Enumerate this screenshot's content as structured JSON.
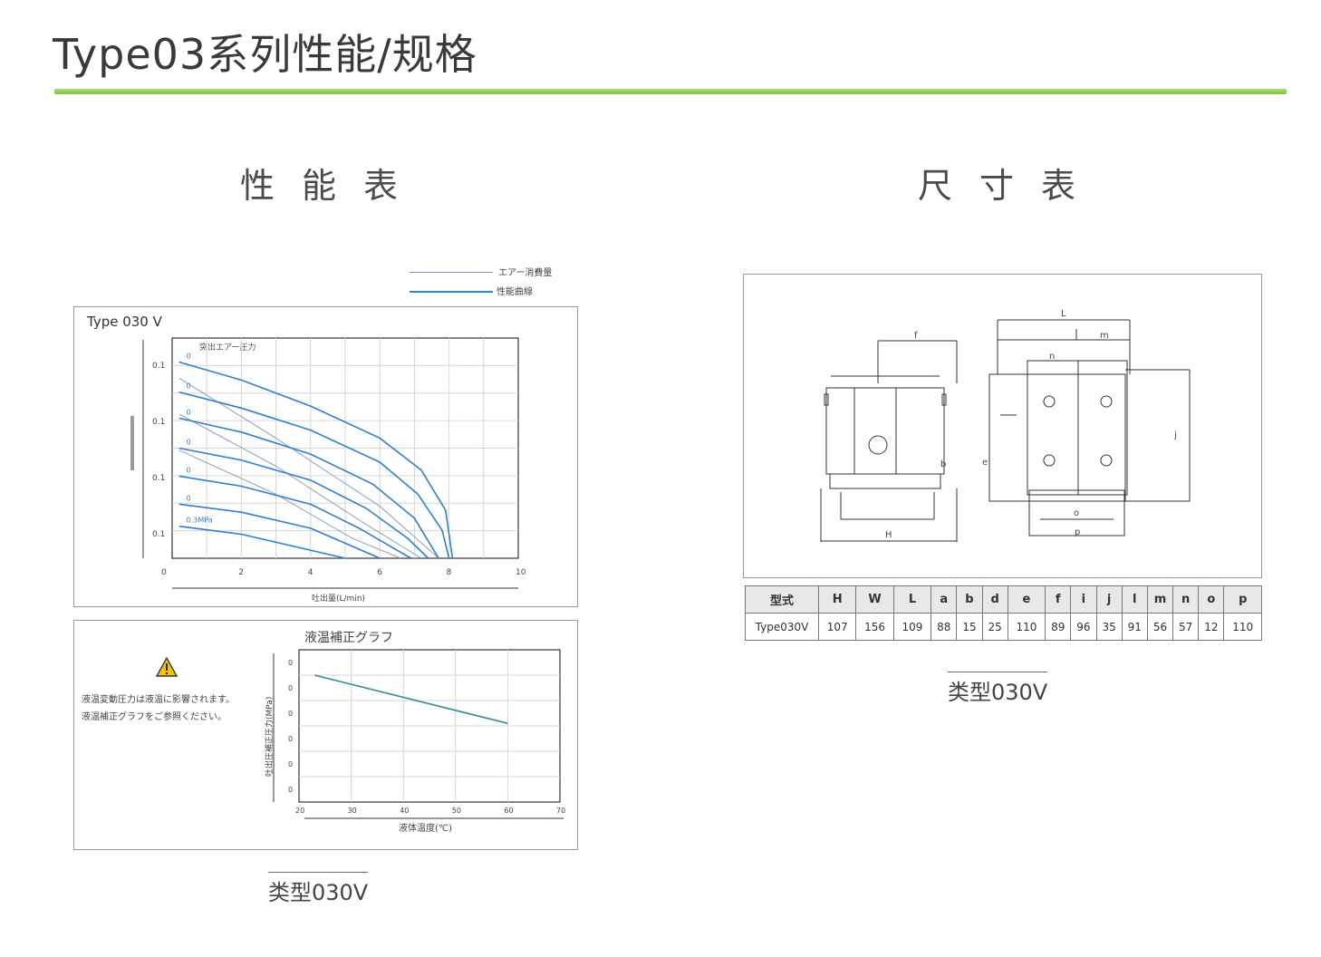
{
  "page": {
    "title": "Type03系列性能/规格"
  },
  "left": {
    "heading": "性能表",
    "legend": [
      {
        "label": "エアー消費量",
        "color": "#7f95b5"
      },
      {
        "label": "性能曲線",
        "color": "#2f8ad8"
      }
    ],
    "chart_data": [
      {
        "type": "line",
        "title": "Type 030 V",
        "corner_label": "突出エアー圧力",
        "xlabel": "吐出量(L/min)",
        "xticks": [
          "0",
          "2",
          "4",
          "6",
          "8",
          "10"
        ],
        "yticks": [
          "0.1",
          "0.1",
          "0.1",
          "0.1"
        ],
        "xlim": [
          0,
          10
        ],
        "grid": true,
        "series": [
          {
            "label": "0",
            "points": [
              [
                0.2,
                4.9
              ],
              [
                2,
                4.45
              ],
              [
                4,
                3.8
              ],
              [
                6,
                3.0
              ],
              [
                7.2,
                2.2
              ],
              [
                7.9,
                1.2
              ],
              [
                8.1,
                0
              ]
            ]
          },
          {
            "label": "0",
            "points": [
              [
                0.2,
                4.15
              ],
              [
                2,
                3.75
              ],
              [
                4,
                3.2
              ],
              [
                6,
                2.4
              ],
              [
                7.1,
                1.6
              ],
              [
                7.8,
                0.7
              ],
              [
                8.0,
                0
              ]
            ]
          },
          {
            "label": "0",
            "points": [
              [
                0.2,
                3.5
              ],
              [
                2,
                3.15
              ],
              [
                4,
                2.6
              ],
              [
                5.8,
                1.85
              ],
              [
                7.0,
                1.0
              ],
              [
                7.7,
                0
              ]
            ]
          },
          {
            "label": "0",
            "points": [
              [
                0.2,
                2.75
              ],
              [
                2,
                2.45
              ],
              [
                4,
                1.95
              ],
              [
                5.6,
                1.25
              ],
              [
                6.8,
                0.5
              ],
              [
                7.4,
                0
              ]
            ]
          },
          {
            "label": "0",
            "points": [
              [
                0.2,
                2.05
              ],
              [
                2,
                1.8
              ],
              [
                4,
                1.35
              ],
              [
                5.4,
                0.75
              ],
              [
                6.5,
                0.2
              ],
              [
                6.9,
                0
              ]
            ]
          },
          {
            "label": "0",
            "points": [
              [
                0.2,
                1.35
              ],
              [
                2,
                1.15
              ],
              [
                4,
                0.75
              ],
              [
                5.2,
                0.3
              ],
              [
                6.0,
                0
              ]
            ]
          },
          {
            "label": "0.3MPa",
            "points": [
              [
                0.2,
                0.8
              ],
              [
                2,
                0.6
              ],
              [
                3.5,
                0.3
              ],
              [
                5.0,
                0
              ]
            ]
          }
        ],
        "air_lines": [
          {
            "points": [
              [
                0.2,
                4.5
              ],
              [
                3,
                3.0
              ],
              [
                6,
                1.3
              ],
              [
                7.7,
                0
              ]
            ]
          },
          {
            "points": [
              [
                0.2,
                3.6
              ],
              [
                3,
                2.3
              ],
              [
                5.5,
                0.9
              ],
              [
                7.2,
                0
              ]
            ]
          },
          {
            "points": [
              [
                0.2,
                2.7
              ],
              [
                3,
                1.6
              ],
              [
                5.2,
                0.5
              ],
              [
                6.6,
                0
              ]
            ]
          }
        ]
      },
      {
        "type": "line",
        "title": "液温補正グラフ",
        "xlabel": "液体温度(℃)",
        "ylabel": "吐出圧補正圧力(MPa)",
        "xticks": [
          "20",
          "30",
          "40",
          "50",
          "60",
          "70"
        ],
        "yticks": [
          "0",
          "0",
          "0",
          "0",
          "0",
          "0"
        ],
        "xlim": [
          20,
          70
        ],
        "ylim": [
          0,
          6
        ],
        "grid": true,
        "series": [
          {
            "name": "",
            "x": [
              23,
              60
            ],
            "y": [
              5.0,
              3.1
            ],
            "color": "#3a8a9a"
          }
        ]
      }
    ],
    "warning_icon": "warning-triangle-icon",
    "note_line1": "液温変動圧力は液温に影響されます。",
    "note_line2": "液温補正グラフをご参照ください。",
    "caption": "类型030V"
  },
  "right": {
    "heading": "尺寸表",
    "drawing_labels": {
      "top_front": "f",
      "top_side": "L",
      "side_m": "m",
      "side_n": "n",
      "side_b": "b",
      "bottom_front": "H",
      "bottom_side": "p",
      "side_o": "o",
      "side_e": "e",
      "side_j": "j"
    },
    "table": {
      "headers": [
        "型式",
        "H",
        "W",
        "L",
        "a",
        "b",
        "d",
        "e",
        "f",
        "i",
        "j",
        "l",
        "m",
        "n",
        "o",
        "p"
      ],
      "rows": [
        [
          "Type030V",
          "107",
          "156",
          "109",
          "88",
          "15",
          "25",
          "110",
          "89",
          "96",
          "35",
          "91",
          "56",
          "57",
          "12",
          "110"
        ]
      ]
    },
    "caption": "类型030V"
  }
}
